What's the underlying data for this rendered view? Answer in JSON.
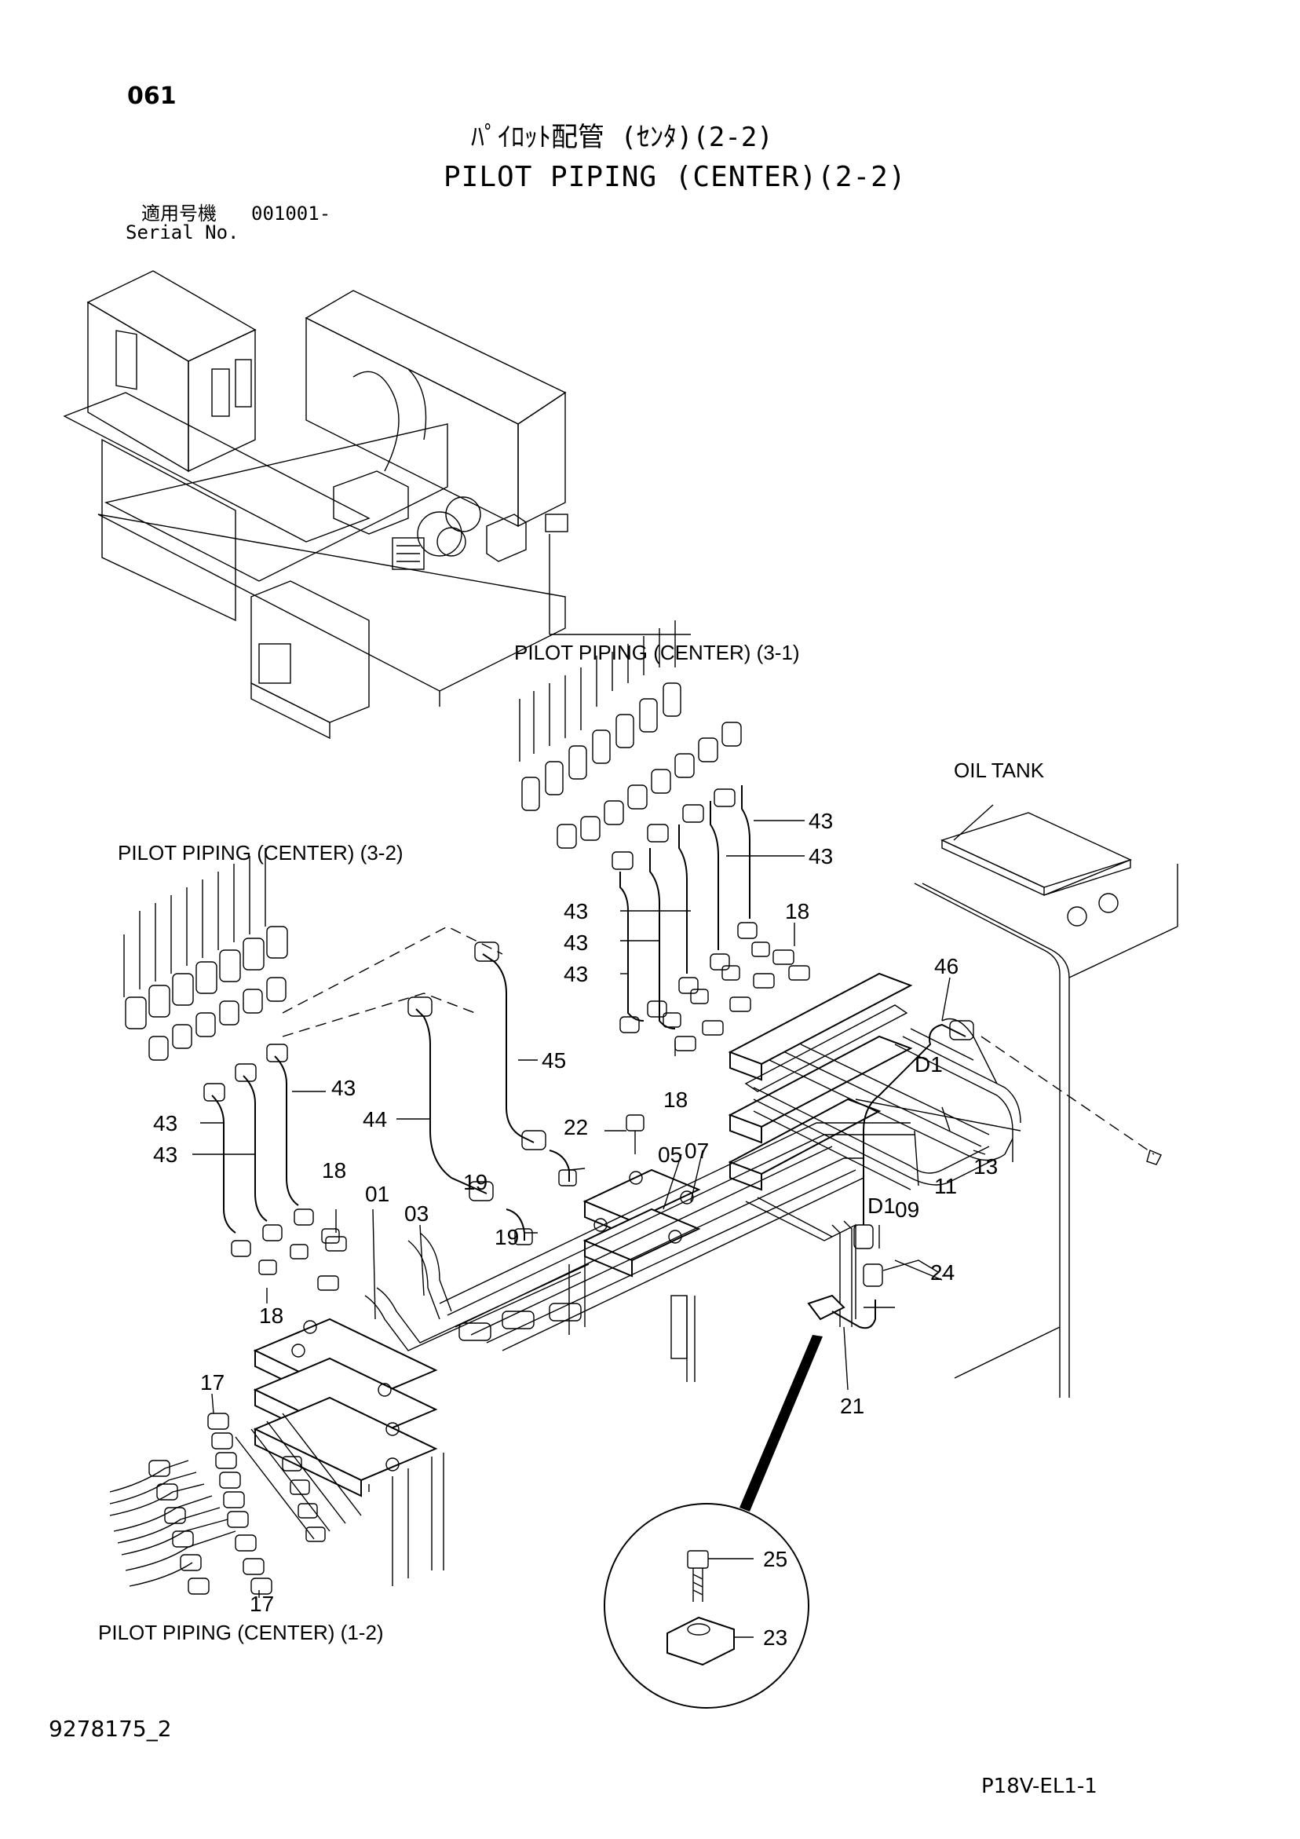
{
  "header": {
    "page_number": "061",
    "title_jp": "ﾊﾟｲﾛｯﾄ配管 (ｾﾝﾀ)(2-2)",
    "title_en": "PILOT PIPING (CENTER)(2-2)",
    "serial_label_jp": "適用号機",
    "serial_value": "001001-",
    "serial_label_en": "Serial No."
  },
  "callouts": {
    "ref_3_1": "PILOT PIPING (CENTER) (3-1)",
    "ref_3_2": "PILOT PIPING (CENTER) (3-2)",
    "ref_1_2": "PILOT PIPING (CENTER) (1-2)",
    "oil_tank": "OIL TANK"
  },
  "parts": [
    {
      "label": "43"
    },
    {
      "label": "43"
    },
    {
      "label": "43"
    },
    {
      "label": "43"
    },
    {
      "label": "43"
    },
    {
      "label": "18"
    },
    {
      "label": "46"
    },
    {
      "label": "D1"
    },
    {
      "label": "18"
    },
    {
      "label": "43"
    },
    {
      "label": "43"
    },
    {
      "label": "43"
    },
    {
      "label": "45"
    },
    {
      "label": "44"
    },
    {
      "label": "22"
    },
    {
      "label": "05"
    },
    {
      "label": "07"
    },
    {
      "label": "13"
    },
    {
      "label": "11"
    },
    {
      "label": "09"
    },
    {
      "label": "D1"
    },
    {
      "label": "19"
    },
    {
      "label": "19"
    },
    {
      "label": "18"
    },
    {
      "label": "01"
    },
    {
      "label": "03"
    },
    {
      "label": "24"
    },
    {
      "label": "18"
    },
    {
      "label": "17"
    },
    {
      "label": "21"
    },
    {
      "label": "25"
    },
    {
      "label": "23"
    },
    {
      "label": "17"
    }
  ],
  "footer": {
    "drawing_number": "9278175_2",
    "sheet_code": "P18V-EL1-1"
  }
}
